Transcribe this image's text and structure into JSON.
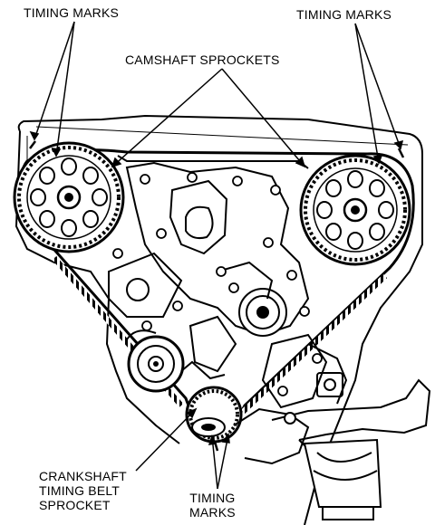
{
  "diagram": {
    "labels": {
      "timing_marks_left": "TIMING MARKS",
      "timing_marks_right": "TIMING MARKS",
      "camshaft_sprockets": "CAMSHAFT SPROCKETS",
      "crankshaft_line1": "CRANKSHAFT",
      "crankshaft_line2": "TIMING BELT",
      "crankshaft_line3": "SPROCKET",
      "timing_marks_bottom_line1": "TIMING",
      "timing_marks_bottom_line2": "MARKS"
    },
    "colors": {
      "ink": "#000000",
      "paper": "#ffffff"
    }
  }
}
